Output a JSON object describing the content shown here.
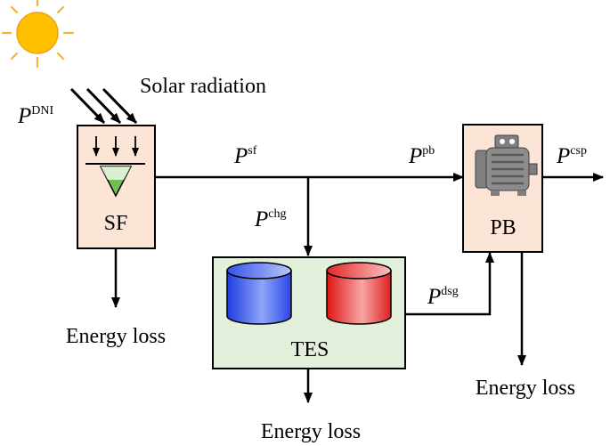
{
  "labels": {
    "solar_radiation": "Solar radiation",
    "sf": "SF",
    "pb": "PB",
    "tes": "TES",
    "energy_loss_sf": "Energy loss",
    "energy_loss_tes": "Energy loss",
    "energy_loss_pb": "Energy loss"
  },
  "symbols": {
    "dni": {
      "base": "P",
      "sup": "DNI"
    },
    "sf": {
      "base": "P",
      "sup": "sf"
    },
    "pb": {
      "base": "P",
      "sup": "pb"
    },
    "csp": {
      "base": "P",
      "sup": "csp"
    },
    "chg": {
      "base": "P",
      "sup": "chg"
    },
    "dsg": {
      "base": "P",
      "sup": "dsg"
    }
  },
  "colors": {
    "sun": "#FFC000",
    "sun_rays": "#F5B335",
    "component_fill": "#FCE4D6",
    "tes_fill": "#E2EFDA",
    "hot_tank": "#E41E1E",
    "cold_tank": "#2B4BE8",
    "collector": "#70C050",
    "motor": "#7F7F7F"
  },
  "icons": {
    "sun": "sun-icon",
    "collector": "solar-collector-icon",
    "motor": "motor-icon",
    "cold_tank": "cold-tank-icon",
    "hot_tank": "hot-tank-icon"
  }
}
